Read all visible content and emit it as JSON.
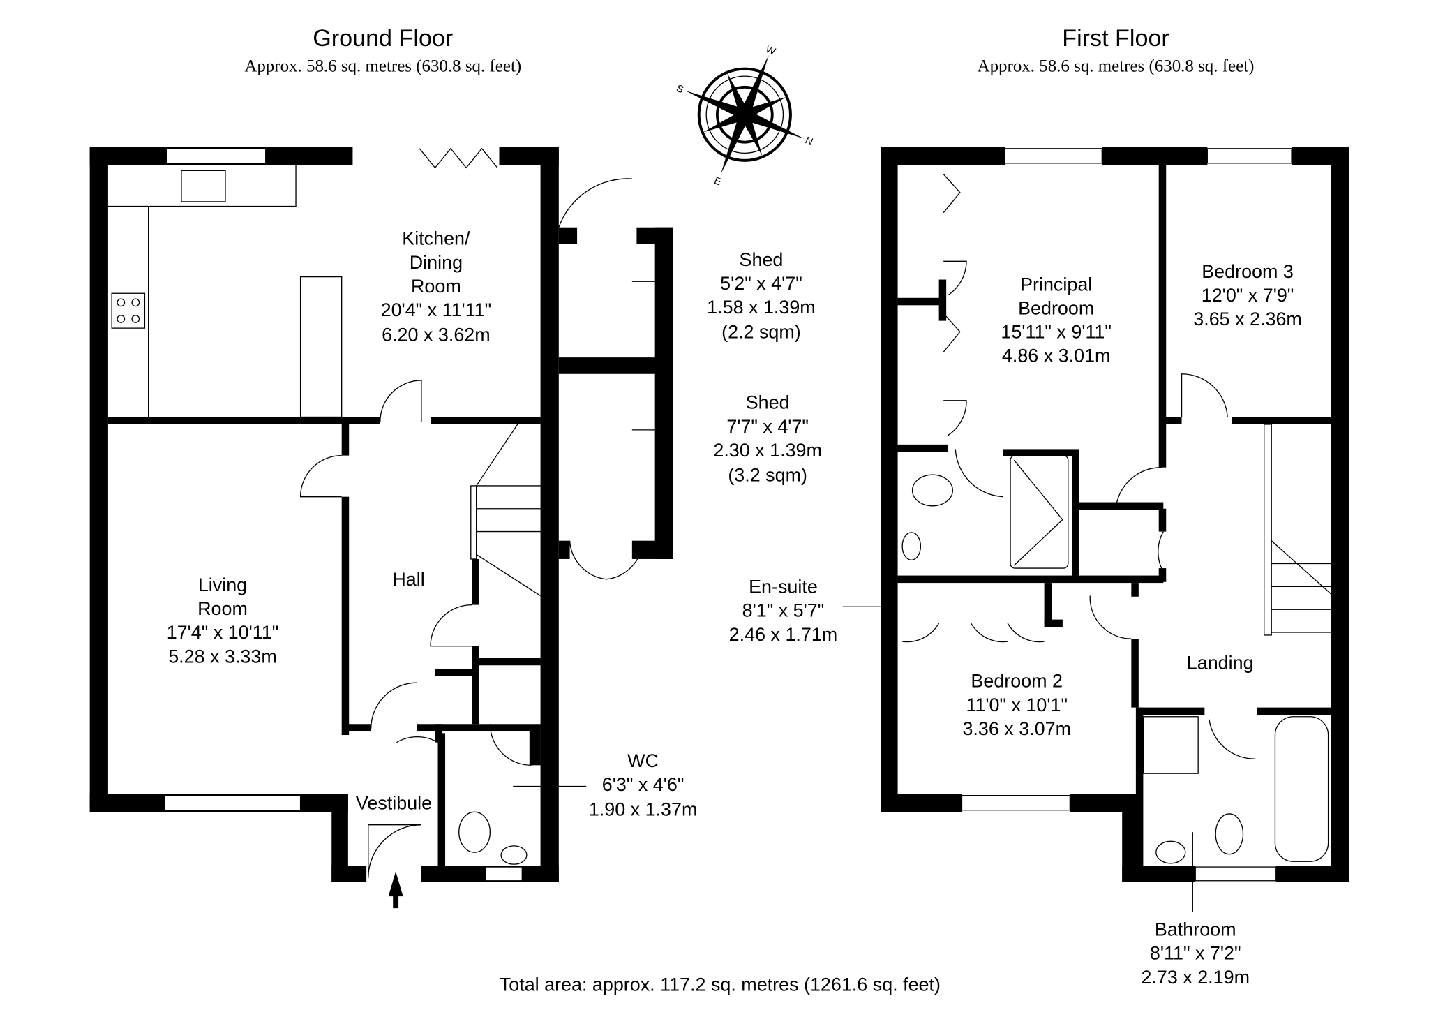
{
  "ground_floor": {
    "title": "Ground Floor",
    "area": "Approx. 58.6 sq. metres (630.8 sq. feet)",
    "rooms": {
      "kitchen": {
        "name1": "Kitchen/",
        "name2": "Dining",
        "name3": "Room",
        "imperial": "20'4\" x 11'11\"",
        "metric": "6.20 x 3.62m"
      },
      "living": {
        "name1": "Living",
        "name2": "Room",
        "imperial": "17'4\" x 10'11\"",
        "metric": "5.28 x 3.33m"
      },
      "hall": {
        "name": "Hall"
      },
      "vestibule": {
        "name": "Vestibule"
      },
      "wc": {
        "name": "WC",
        "imperial": "6'3\" x 4'6\"",
        "metric": "1.90 x 1.37m"
      },
      "shed1": {
        "name": "Shed",
        "imperial": "5'2\" x 4'7\"",
        "metric": "1.58 x 1.39m",
        "sqm": "(2.2 sqm)"
      },
      "shed2": {
        "name": "Shed",
        "imperial": "7'7\" x 4'7\"",
        "metric": "2.30 x 1.39m",
        "sqm": "(3.2 sqm)"
      }
    }
  },
  "first_floor": {
    "title": "First Floor",
    "area": "Approx. 58.6 sq. metres (630.8 sq. feet)",
    "rooms": {
      "principal": {
        "name1": "Principal",
        "name2": "Bedroom",
        "imperial": "15'11\" x 9'11\"",
        "metric": "4.86 x 3.01m"
      },
      "bedroom3": {
        "name": "Bedroom 3",
        "imperial": "12'0\" x 7'9\"",
        "metric": "3.65 x 2.36m"
      },
      "ensuite": {
        "name": "En-suite",
        "imperial": "8'1\" x 5'7\"",
        "metric": "2.46 x 1.71m"
      },
      "bedroom2": {
        "name": "Bedroom 2",
        "imperial": "11'0\" x 10'1\"",
        "metric": "3.36 x 3.07m"
      },
      "landing": {
        "name": "Landing"
      },
      "bathroom": {
        "name": "Bathroom",
        "imperial": "8'11\" x 7'2\"",
        "metric": "2.73 x 2.19m"
      }
    }
  },
  "compass": {
    "n": "N",
    "e": "E",
    "s": "S",
    "w": "W"
  },
  "total_area": "Total area: approx. 117.2 sq. metres (1261.6 sq. feet)"
}
